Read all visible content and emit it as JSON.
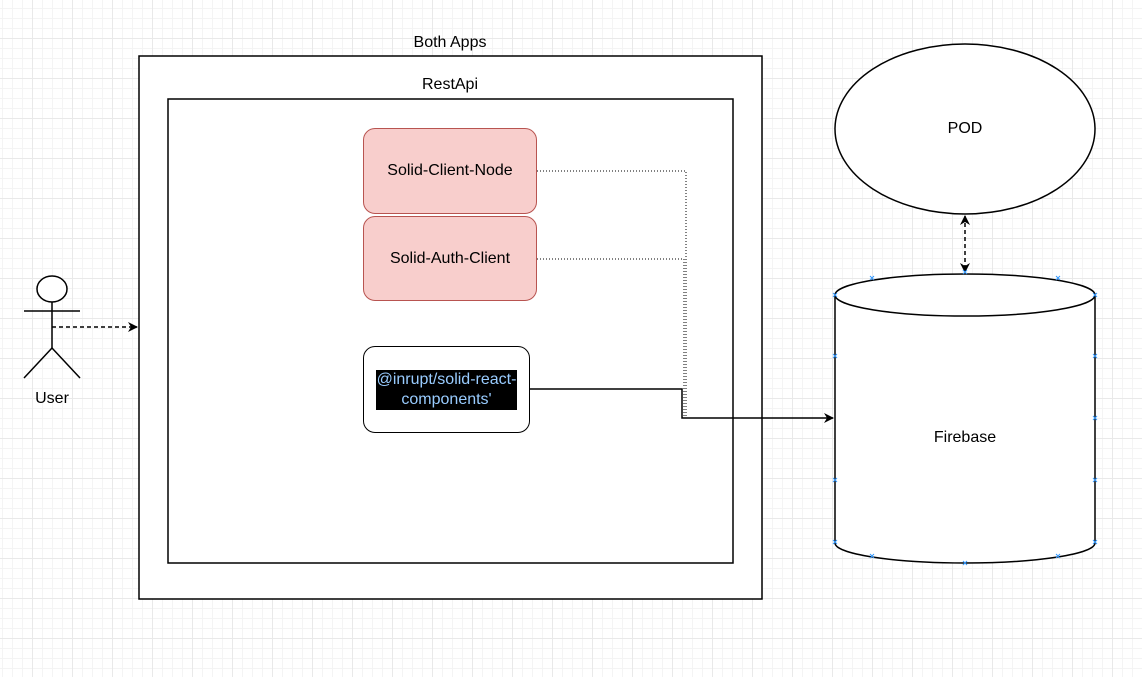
{
  "outer_container": {
    "label": "Both Apps"
  },
  "inner_container": {
    "label": "RestApi"
  },
  "nodes": {
    "solid_client_node": {
      "label": "Solid-Client-Node"
    },
    "solid_auth_client": {
      "label": "Solid-Auth-Client"
    },
    "react_components": {
      "label": "@inrupt/solid-react-\ncomponents'"
    },
    "pod": {
      "label": "POD"
    },
    "firebase": {
      "label": "Firebase"
    }
  },
  "actor": {
    "label": "User"
  },
  "colors": {
    "pink_fill": "#f8cecc",
    "pink_stroke": "#b85450",
    "highlight_bg": "#000000",
    "highlight_text": "#99ccff",
    "anchor_marker": "#3399ff"
  }
}
